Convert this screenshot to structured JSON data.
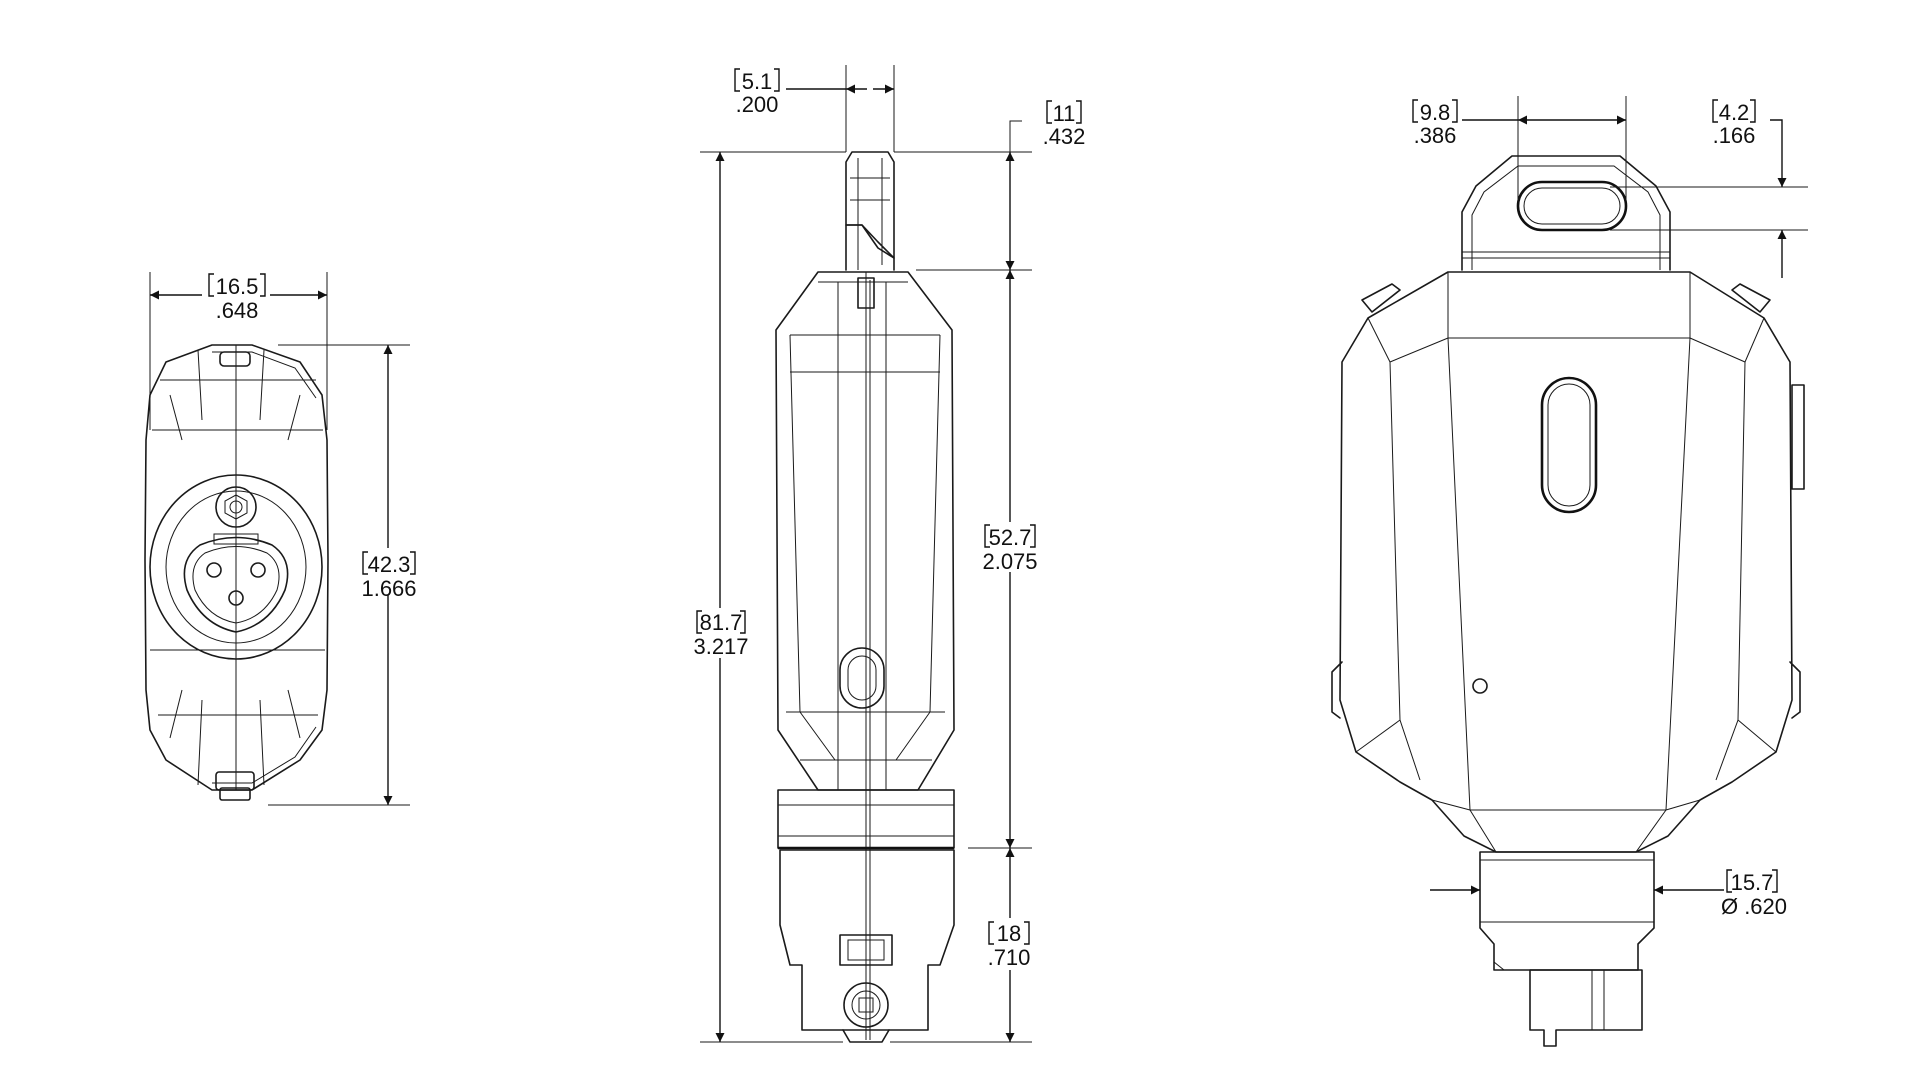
{
  "dimensions": {
    "front_width": {
      "metric": "16.5",
      "imperial": ".648"
    },
    "front_height": {
      "metric": "42.3",
      "imperial": "1.666"
    },
    "side_top_width": {
      "metric": "5.1",
      "imperial": ".200"
    },
    "side_cap_height": {
      "metric": "11",
      "imperial": ".432"
    },
    "side_body_height": {
      "metric": "52.7",
      "imperial": "2.075"
    },
    "side_total_height": {
      "metric": "81.7",
      "imperial": "3.217"
    },
    "side_base_height": {
      "metric": "18",
      "imperial": ".710"
    },
    "rear_slot_width": {
      "metric": "9.8",
      "imperial": ".386"
    },
    "rear_slot_height": {
      "metric": "4.2",
      "imperial": ".166"
    },
    "rear_neck_dia": {
      "metric": "15.7",
      "imperial": "Ø .620"
    }
  }
}
